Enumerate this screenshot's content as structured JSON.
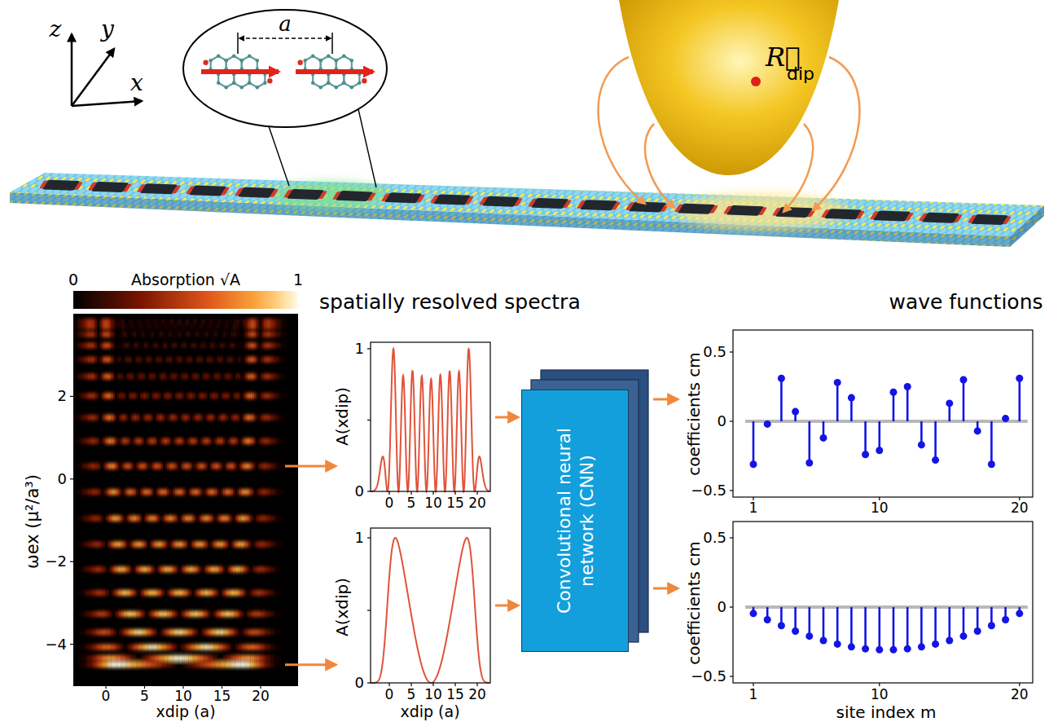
{
  "diagram": {
    "nodes": [
      {
        "text": [
          "Convolutional neural network (CNN)"
        ]
      }
    ],
    "labels": [
      "z",
      "y",
      "x",
      "a",
      "R⃗",
      "dip",
      "0",
      "Absorption √A",
      "1",
      "spatially resolved spectra",
      "wave functions",
      "2",
      "0",
      "−2",
      "−4",
      "ωex (μ²/a³)",
      "0",
      "5",
      "10",
      "15",
      "20",
      "xdip (a)",
      "A(xdip)",
      "1",
      "0",
      "0",
      "5",
      "10",
      "15",
      "20",
      "A(xdip)",
      "1",
      "0",
      "0",
      "5",
      "10",
      "15",
      "20",
      "xdip (a)",
      "coefficients cm",
      "0.5",
      "0",
      "−0.5",
      "1",
      "10",
      "20",
      "coefficients cm",
      "0.5",
      "0",
      "−0.5",
      "1",
      "10",
      "20",
      "site index m"
    ]
  }
}
